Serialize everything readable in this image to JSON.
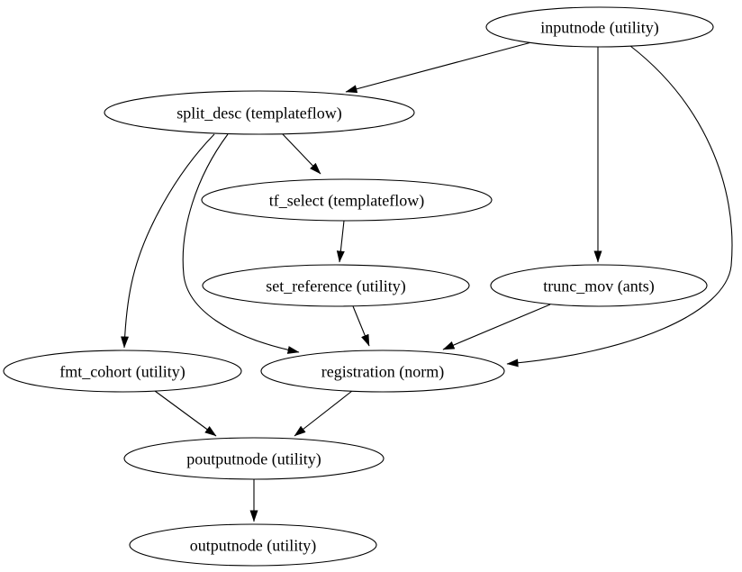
{
  "diagram": {
    "type": "directed-graph",
    "colors": {
      "background": "#ffffff",
      "node_fill": "#ffffff",
      "stroke": "#000000",
      "text": "#000000"
    },
    "nodes": [
      {
        "id": "inputnode",
        "label": "inputnode (utility)"
      },
      {
        "id": "split_desc",
        "label": "split_desc (templateflow)"
      },
      {
        "id": "tf_select",
        "label": "tf_select (templateflow)"
      },
      {
        "id": "set_reference",
        "label": "set_reference (utility)"
      },
      {
        "id": "trunc_mov",
        "label": "trunc_mov (ants)"
      },
      {
        "id": "fmt_cohort",
        "label": "fmt_cohort (utility)"
      },
      {
        "id": "registration",
        "label": "registration (norm)"
      },
      {
        "id": "poutputnode",
        "label": "poutputnode (utility)"
      },
      {
        "id": "outputnode",
        "label": "outputnode (utility)"
      }
    ],
    "edges": [
      {
        "from": "inputnode",
        "to": "split_desc"
      },
      {
        "from": "inputnode",
        "to": "trunc_mov"
      },
      {
        "from": "inputnode",
        "to": "registration"
      },
      {
        "from": "split_desc",
        "to": "tf_select"
      },
      {
        "from": "split_desc",
        "to": "fmt_cohort"
      },
      {
        "from": "split_desc",
        "to": "registration"
      },
      {
        "from": "tf_select",
        "to": "set_reference"
      },
      {
        "from": "set_reference",
        "to": "registration"
      },
      {
        "from": "trunc_mov",
        "to": "registration"
      },
      {
        "from": "fmt_cohort",
        "to": "poutputnode"
      },
      {
        "from": "registration",
        "to": "poutputnode"
      },
      {
        "from": "poutputnode",
        "to": "outputnode"
      }
    ]
  }
}
